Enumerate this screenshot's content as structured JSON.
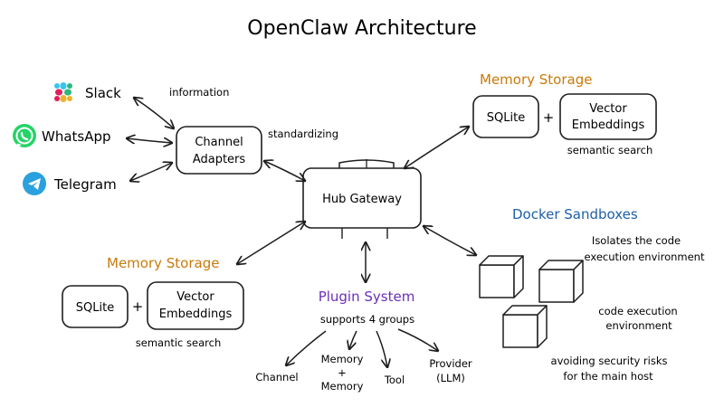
{
  "title": "OpenClaw Architecture",
  "colors": {
    "ink": "#1e1e1e",
    "storage_heading": "#c97a0a",
    "plugin_heading": "#6a2fb8",
    "docker_heading": "#1f5fa8",
    "whatsapp": "#25d366",
    "telegram": "#2aa1de",
    "slack_a": "#e01e5a",
    "slack_b": "#36c5f0",
    "slack_c": "#2eb67d",
    "slack_d": "#ecb22e"
  },
  "channels": [
    {
      "label": "Slack",
      "icon": "slack-icon"
    },
    {
      "label": "WhatsApp",
      "icon": "whatsapp-icon"
    },
    {
      "label": "Telegram",
      "icon": "telegram-icon"
    }
  ],
  "edge_labels": {
    "information": "information",
    "standardizing": "standardizing"
  },
  "channel_adapters": {
    "line1": "Channel",
    "line2": "Adapters"
  },
  "hub_gateway": {
    "label": "Hub Gateway"
  },
  "memory_top": {
    "heading": "Memory Storage",
    "sqlite": "SQLite",
    "plus": "+",
    "vector_line1": "Vector",
    "vector_line2": "Embeddings",
    "caption": "semantic search"
  },
  "memory_left": {
    "heading": "Memory Storage",
    "sqlite": "SQLite",
    "plus": "+",
    "vector_line1": "Vector",
    "vector_line2": "Embeddings",
    "caption": "semantic search"
  },
  "plugin_system": {
    "heading": "Plugin System",
    "subtitle": "supports 4 groups",
    "groups": [
      {
        "lines": [
          "Channel"
        ]
      },
      {
        "lines": [
          "Memory",
          "+",
          "Memory"
        ]
      },
      {
        "lines": [
          "Tool"
        ]
      },
      {
        "lines": [
          "Provider",
          "(LLM)"
        ]
      }
    ]
  },
  "docker": {
    "heading": "Docker Sandboxes",
    "note1_line1": "Isolates the code",
    "note1_line2": "execution environment",
    "note2_line1": "code execution",
    "note2_line2": "environment",
    "note3_line1": "avoiding security risks",
    "note3_line2": "for the main host"
  }
}
